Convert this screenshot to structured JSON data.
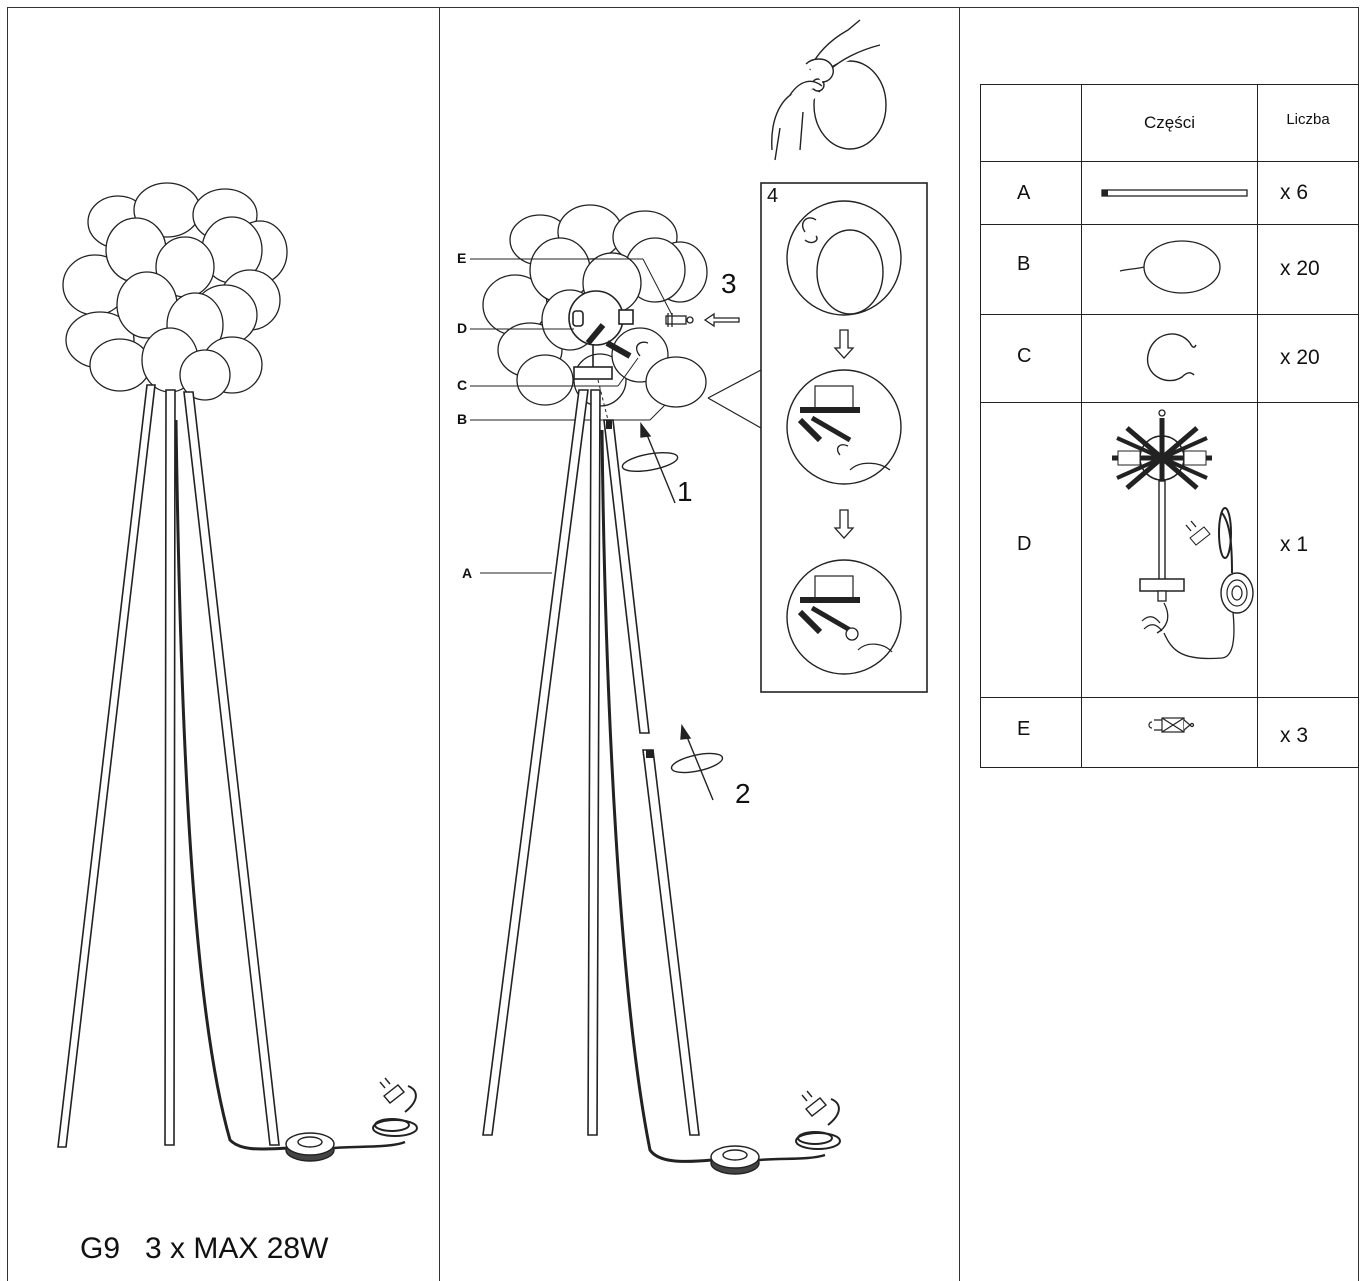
{
  "spec_label": "G9   3 x MAX 28W",
  "callouts": {
    "E": "E",
    "D": "D",
    "C": "C",
    "B": "B",
    "A": "A"
  },
  "steps": {
    "s1": "1",
    "s2": "2",
    "s3": "3",
    "s4": "4"
  },
  "parts_table": {
    "header_parts": "Części",
    "header_count": "Liczba",
    "rows": [
      {
        "letter": "A",
        "icon": "rod",
        "count": "x 6"
      },
      {
        "letter": "B",
        "icon": "glass-globe",
        "count": "x 20"
      },
      {
        "letter": "C",
        "icon": "clip-ring",
        "count": "x 20"
      },
      {
        "letter": "D",
        "icon": "lamp-body-with-cord",
        "count": "x 1"
      },
      {
        "letter": "E",
        "icon": "g9-bulb",
        "count": "x 3"
      }
    ]
  }
}
